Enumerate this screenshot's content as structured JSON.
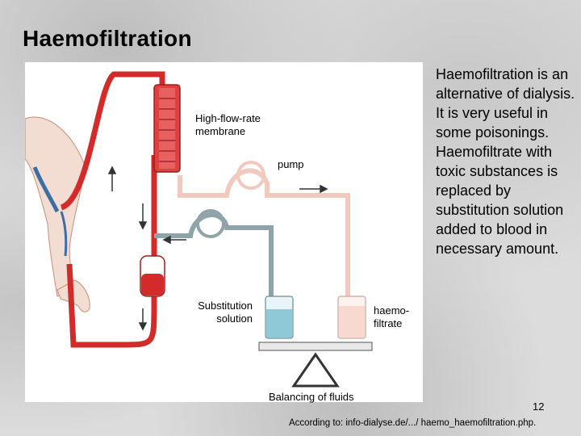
{
  "slide": {
    "title": "Haemofiltration",
    "description": "Haemofiltration is an alternative of dialysis. It is very useful in some poisonings. Haemofiltrate with toxic substances is replaced by substitution solution added to blood in necessary amount.",
    "page_number": "12",
    "source": "According to: info-dialyse.de/.../ haemo_haemofiltration.php."
  },
  "diagram": {
    "labels": {
      "membrane": "High-flow-rate membrane",
      "pump": "pump",
      "substitution": "Substitution solution",
      "haemofiltrate": "haemo- filtrate",
      "balancing": "Balancing of fluids"
    },
    "colors": {
      "blood": "#d32a2a",
      "pale_line": "#f2c9bf",
      "grey_line": "#8ea4a8",
      "substitution_fluid": "#8ec9d8"
    }
  }
}
